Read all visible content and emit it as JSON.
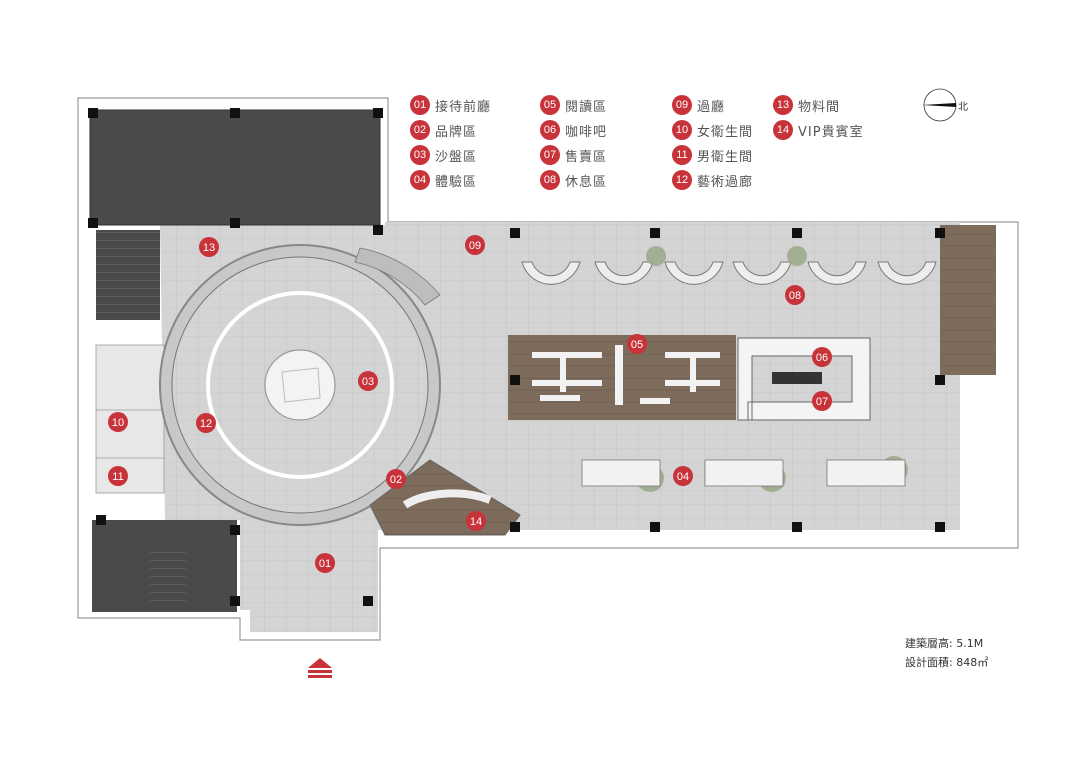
{
  "legend": [
    {
      "num": "01",
      "label": "接待前廳"
    },
    {
      "num": "02",
      "label": "品牌區"
    },
    {
      "num": "03",
      "label": "沙盤區"
    },
    {
      "num": "04",
      "label": "體驗區"
    },
    {
      "num": "05",
      "label": "閱讀區"
    },
    {
      "num": "06",
      "label": "咖啡吧"
    },
    {
      "num": "07",
      "label": "售賣區"
    },
    {
      "num": "08",
      "label": "休息區"
    },
    {
      "num": "09",
      "label": "過廳"
    },
    {
      "num": "10",
      "label": "女衛生間"
    },
    {
      "num": "11",
      "label": "男衛生間"
    },
    {
      "num": "12",
      "label": "藝術過廊"
    },
    {
      "num": "13",
      "label": "物料間"
    },
    {
      "num": "14",
      "label": "VIP貴賓室"
    }
  ],
  "compass": {
    "label": "北"
  },
  "info": {
    "floor_height_label": "建築層高:",
    "floor_height_value": "5.1M",
    "area_label": "設計面積:",
    "area_value": "848㎡"
  },
  "colors": {
    "marker": "#c8333a",
    "floor": "#d6d6d6",
    "dark_room": "#4a4a4a",
    "wood": "#7b6a5a",
    "wall": "#8aa2ad"
  }
}
